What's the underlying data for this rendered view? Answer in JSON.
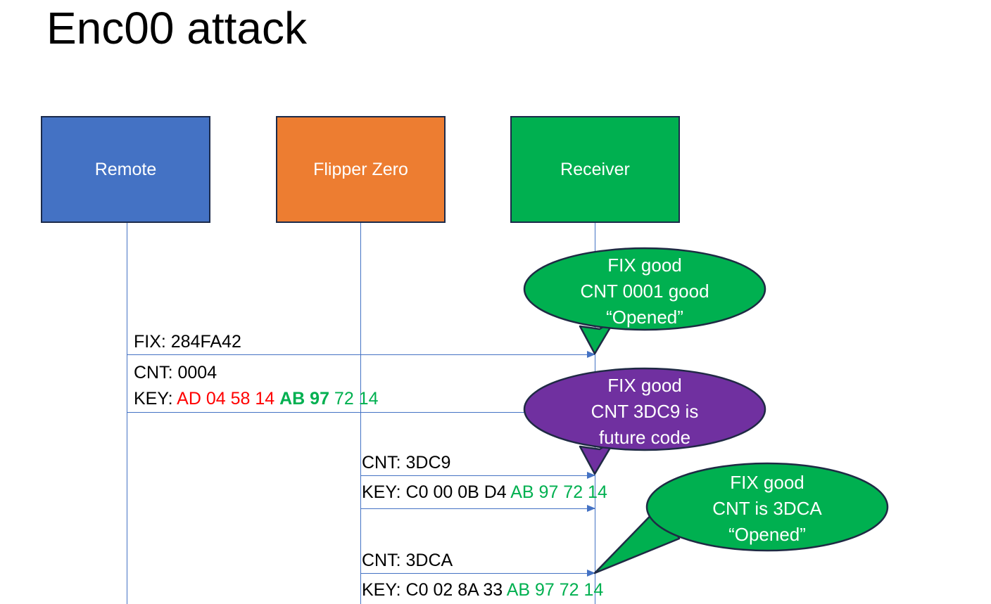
{
  "slide": {
    "title": "Enc00 attack"
  },
  "colors": {
    "remote": "#4472C4",
    "flipper": "#ED7D31",
    "receiver": "#00B050",
    "bubble_green": "#00B050",
    "bubble_purple": "#7030A0",
    "bubble_outline": "#1F2A44",
    "line": "#4472C4",
    "box_outline": "#1B2A4A",
    "hex_red": "#FF0000",
    "hex_green": "#00B050",
    "text": "#000000"
  },
  "actors": [
    {
      "id": "remote",
      "label": "Remote"
    },
    {
      "id": "flipper",
      "label": "Flipper Zero"
    },
    {
      "id": "receiver",
      "label": "Receiver"
    }
  ],
  "messages": [
    {
      "id": "msg-1",
      "from": "remote",
      "to": "receiver",
      "lines": [
        {
          "label": "FIX: 284FA42"
        },
        {
          "label": "CNT: 0004"
        }
      ],
      "key_label": "KEY: ",
      "key_red": "AD 04 58 14 ",
      "key_green_bold": "AB 97",
      "key_green": " 72 14"
    },
    {
      "id": "msg-2",
      "from": "flipper",
      "to": "receiver",
      "lines": [
        {
          "label": "CNT: 3DC9"
        }
      ],
      "key_label": "KEY: C0 00 0B D4 ",
      "key_green": "AB 97 72 14"
    },
    {
      "id": "msg-3",
      "from": "flipper",
      "to": "receiver",
      "lines": [
        {
          "label": "CNT: 3DCA"
        }
      ],
      "key_label": "KEY: C0 02 8A 33 ",
      "key_green": "AB 97 72 14"
    }
  ],
  "bubbles": [
    {
      "id": "bubble-1",
      "color": "green",
      "lines": [
        "FIX good",
        "CNT 0001 good",
        "“Opened”"
      ]
    },
    {
      "id": "bubble-2",
      "color": "purple",
      "lines": [
        "FIX good",
        "CNT 3DC9 is",
        "future code"
      ]
    },
    {
      "id": "bubble-3",
      "color": "green",
      "lines": [
        "FIX good",
        "CNT is 3DCA",
        "“Opened”"
      ]
    }
  ]
}
